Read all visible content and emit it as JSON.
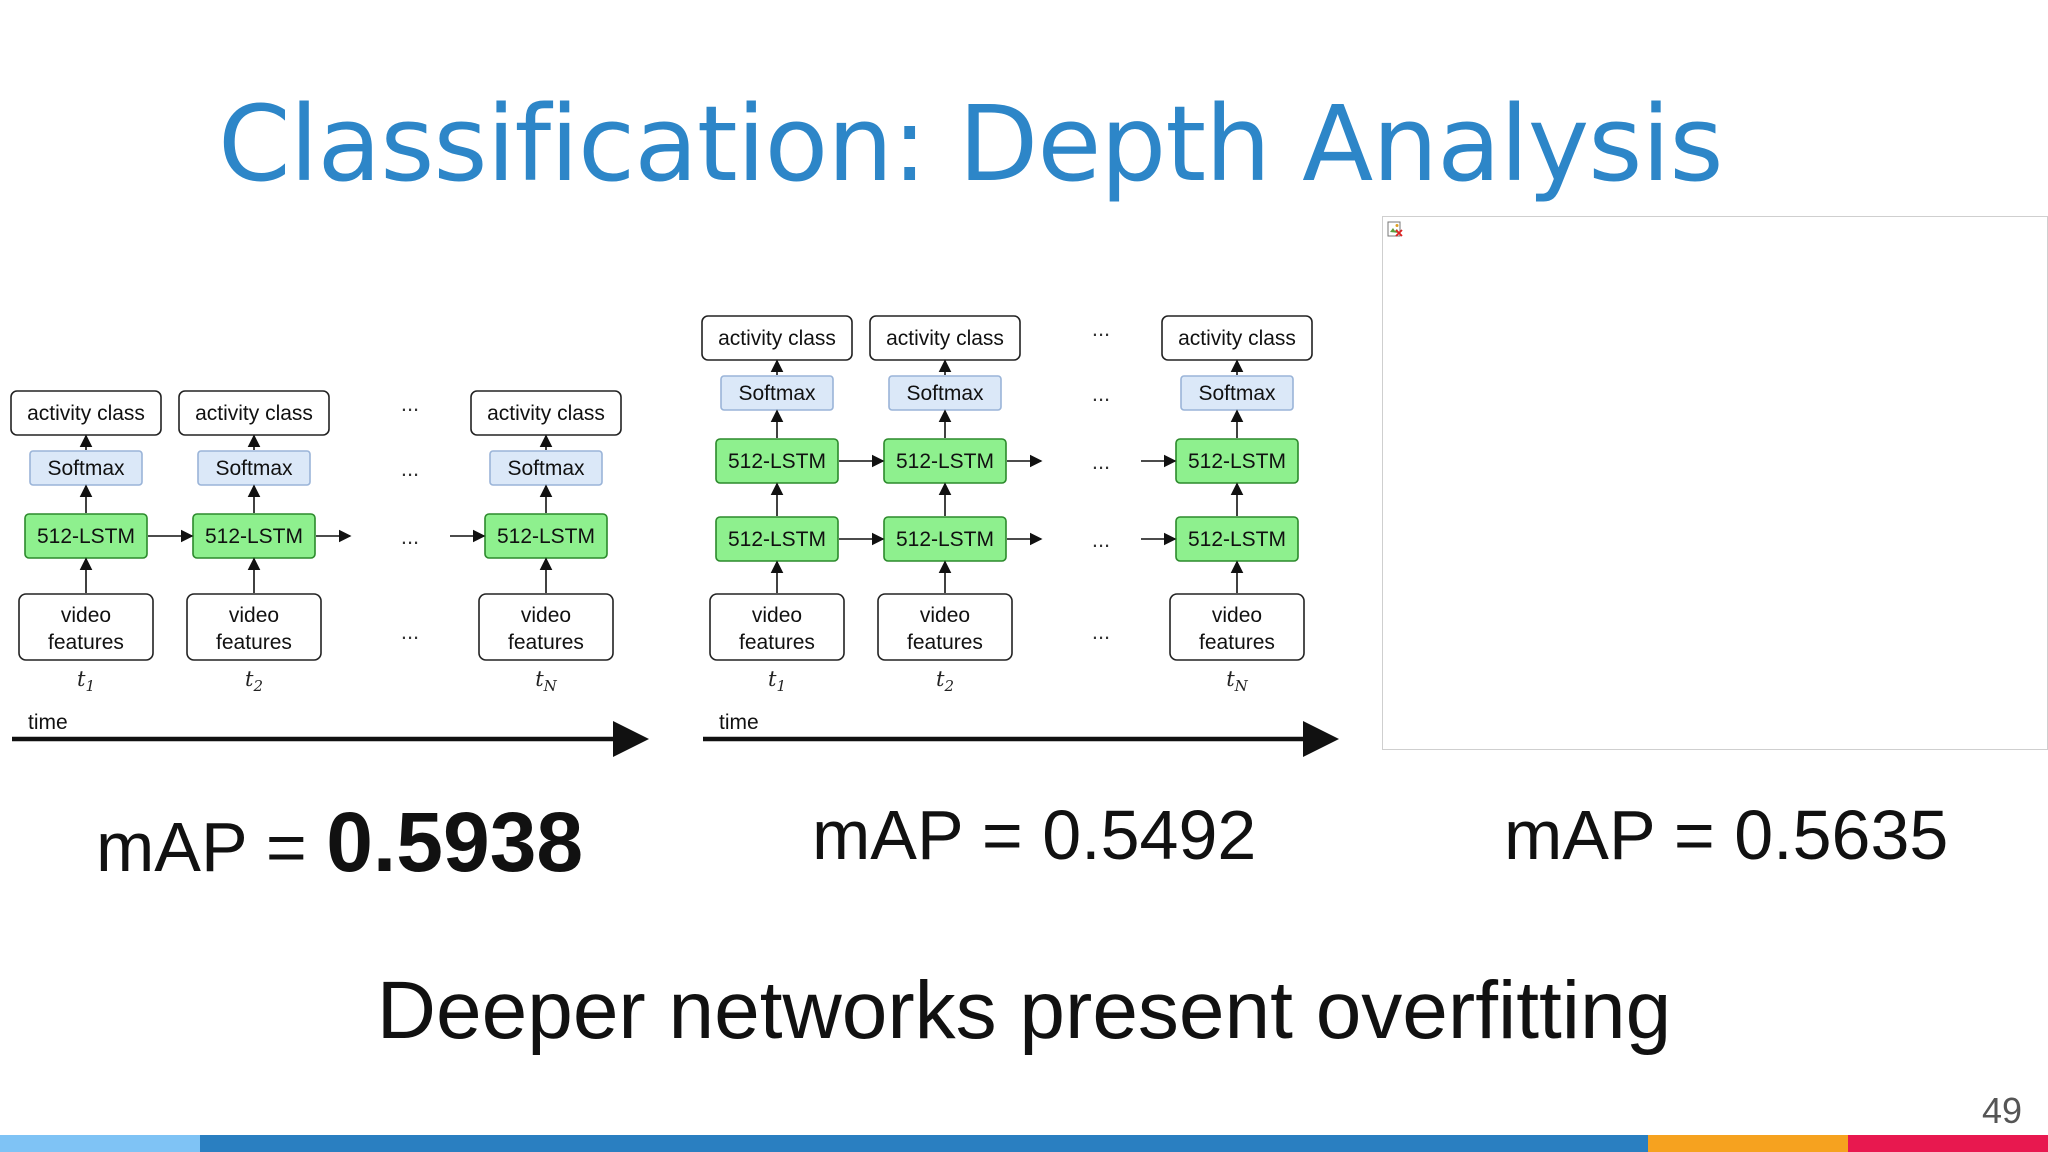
{
  "slide": {
    "title": "Classification: Depth Analysis",
    "page_number": "49",
    "caption": "Deeper networks present overfitting",
    "map_prefix": "mAP = ",
    "results": [
      {
        "value": "0.5938",
        "bold": true
      },
      {
        "value": "0.5492",
        "bold": false
      },
      {
        "value": "0.5635",
        "bold": false
      }
    ]
  },
  "diagram": {
    "output_label": "activity class",
    "softmax_label": "Softmax",
    "lstm_label": "512-LSTM",
    "input_label_line1": "video",
    "input_label_line2": "features",
    "time_label": "time",
    "ellipsis": "...",
    "time_steps": [
      "t1",
      "t2",
      "tN"
    ],
    "colors": {
      "softmax_fill": "#dbe8f8",
      "lstm_fill": "#8ef08e",
      "lstm_stroke": "#2b8a2b"
    }
  },
  "footer_colors": [
    "#7fc3f5",
    "#2a7fc1",
    "#f6a21f",
    "#e8184f"
  ]
}
